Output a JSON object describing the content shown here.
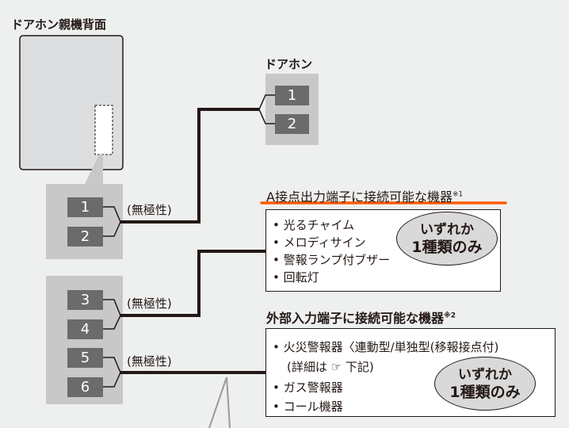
{
  "main_unit": {
    "title": "ドアホン親機背面",
    "terminals": [
      "1",
      "2",
      "3",
      "4",
      "5",
      "6"
    ],
    "polarity_label": "(無極性)"
  },
  "doorphone": {
    "title": "ドアホン",
    "terminals": [
      "1",
      "2"
    ]
  },
  "a_contact": {
    "title": "A接点出力端子に接続可能な機器",
    "note": "※1",
    "items": [
      "• 光るチャイム",
      "• メロディサイン",
      "• 警報ランプ付ブザー",
      "• 回転灯"
    ],
    "badge_line1": "いずれか",
    "badge_line2": "1種類のみ"
  },
  "external_input": {
    "title": "外部入力端子に接続可能な機器",
    "note": "※2",
    "items": [
      "• 火災警報器〈連動型/単独型(移報接点付)",
      "(詳細は ☞ 下記)",
      "• ガス警報器",
      "• コール機器"
    ],
    "badge_line1": "いずれか",
    "badge_line2": "1種類のみ"
  },
  "colors": {
    "accent": "#ff5a00",
    "terminal": "#6b6b6b",
    "panel": "#c8c8c8"
  }
}
